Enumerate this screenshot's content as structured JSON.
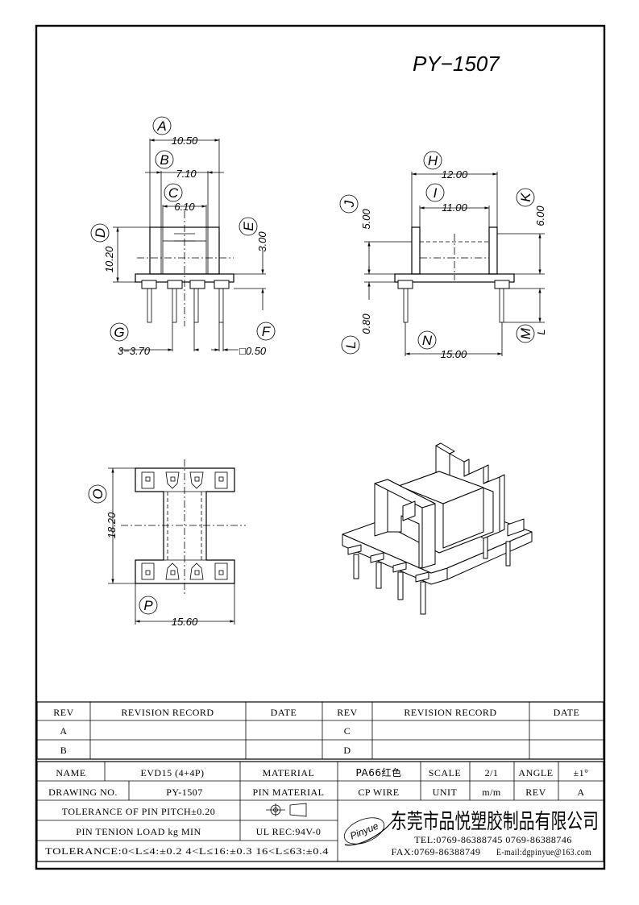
{
  "part_no": "PY−1507",
  "callouts": [
    "A",
    "B",
    "C",
    "D",
    "E",
    "F",
    "G",
    "H",
    "I",
    "J",
    "K",
    "L",
    "M",
    "N",
    "O",
    "P"
  ],
  "dims": {
    "A": "10.50",
    "B": "7.10",
    "C": "6.10",
    "D": "10.20",
    "E": "3.00",
    "G": "3−3.70",
    "F": "□0.50",
    "H": "12.00",
    "I": "11.00",
    "J": "5.00",
    "K": "6.00",
    "L": "0.80",
    "M": "L",
    "N": "15.00",
    "O": "18.20",
    "P": "15.60"
  },
  "revision_table": {
    "headers": [
      "REV",
      "REVISION RECORD",
      "DATE",
      "REV",
      "REVISION RECORD",
      "DATE"
    ],
    "left_revs": [
      "A",
      "B"
    ],
    "right_revs": [
      "C",
      "D"
    ]
  },
  "title_block": {
    "name_label": "NAME",
    "name_value": "EVD15 (4+4P)",
    "material_label": "MATERIAL",
    "material_value": "PA66红色",
    "scale_label": "SCALE",
    "scale_value": "2/1",
    "angle_label": "ANGLE",
    "angle_value": "±1°",
    "drawing_no_label": "DRAWING NO.",
    "drawing_no_value": "PY-1507",
    "pin_material_label": "PIN MATERIAL",
    "pin_material_value": "CP WIRE",
    "unit_label": "UNIT",
    "unit_value": "m/m",
    "rev_label": "REV",
    "rev_value": "A",
    "tolerance_pitch": "TOLERANCE OF PIN PITCH±0.20",
    "pin_tension": "PIN TENION LOAD    kg MIN",
    "ul_rec": "UL REC:94V-0",
    "tolerance": "TOLERANCE:0<L≤4:±0.2  4<L≤16:±0.3  16<L≤63:±0.4",
    "logo_text": "Pinyue",
    "company": "东莞市品悦塑胶制品有限公司",
    "tel": "TEL:0769-86388745    0769-86388746",
    "fax": "FAX:0769-86388749",
    "email": "E-mail:dgpinyue@163.com"
  }
}
